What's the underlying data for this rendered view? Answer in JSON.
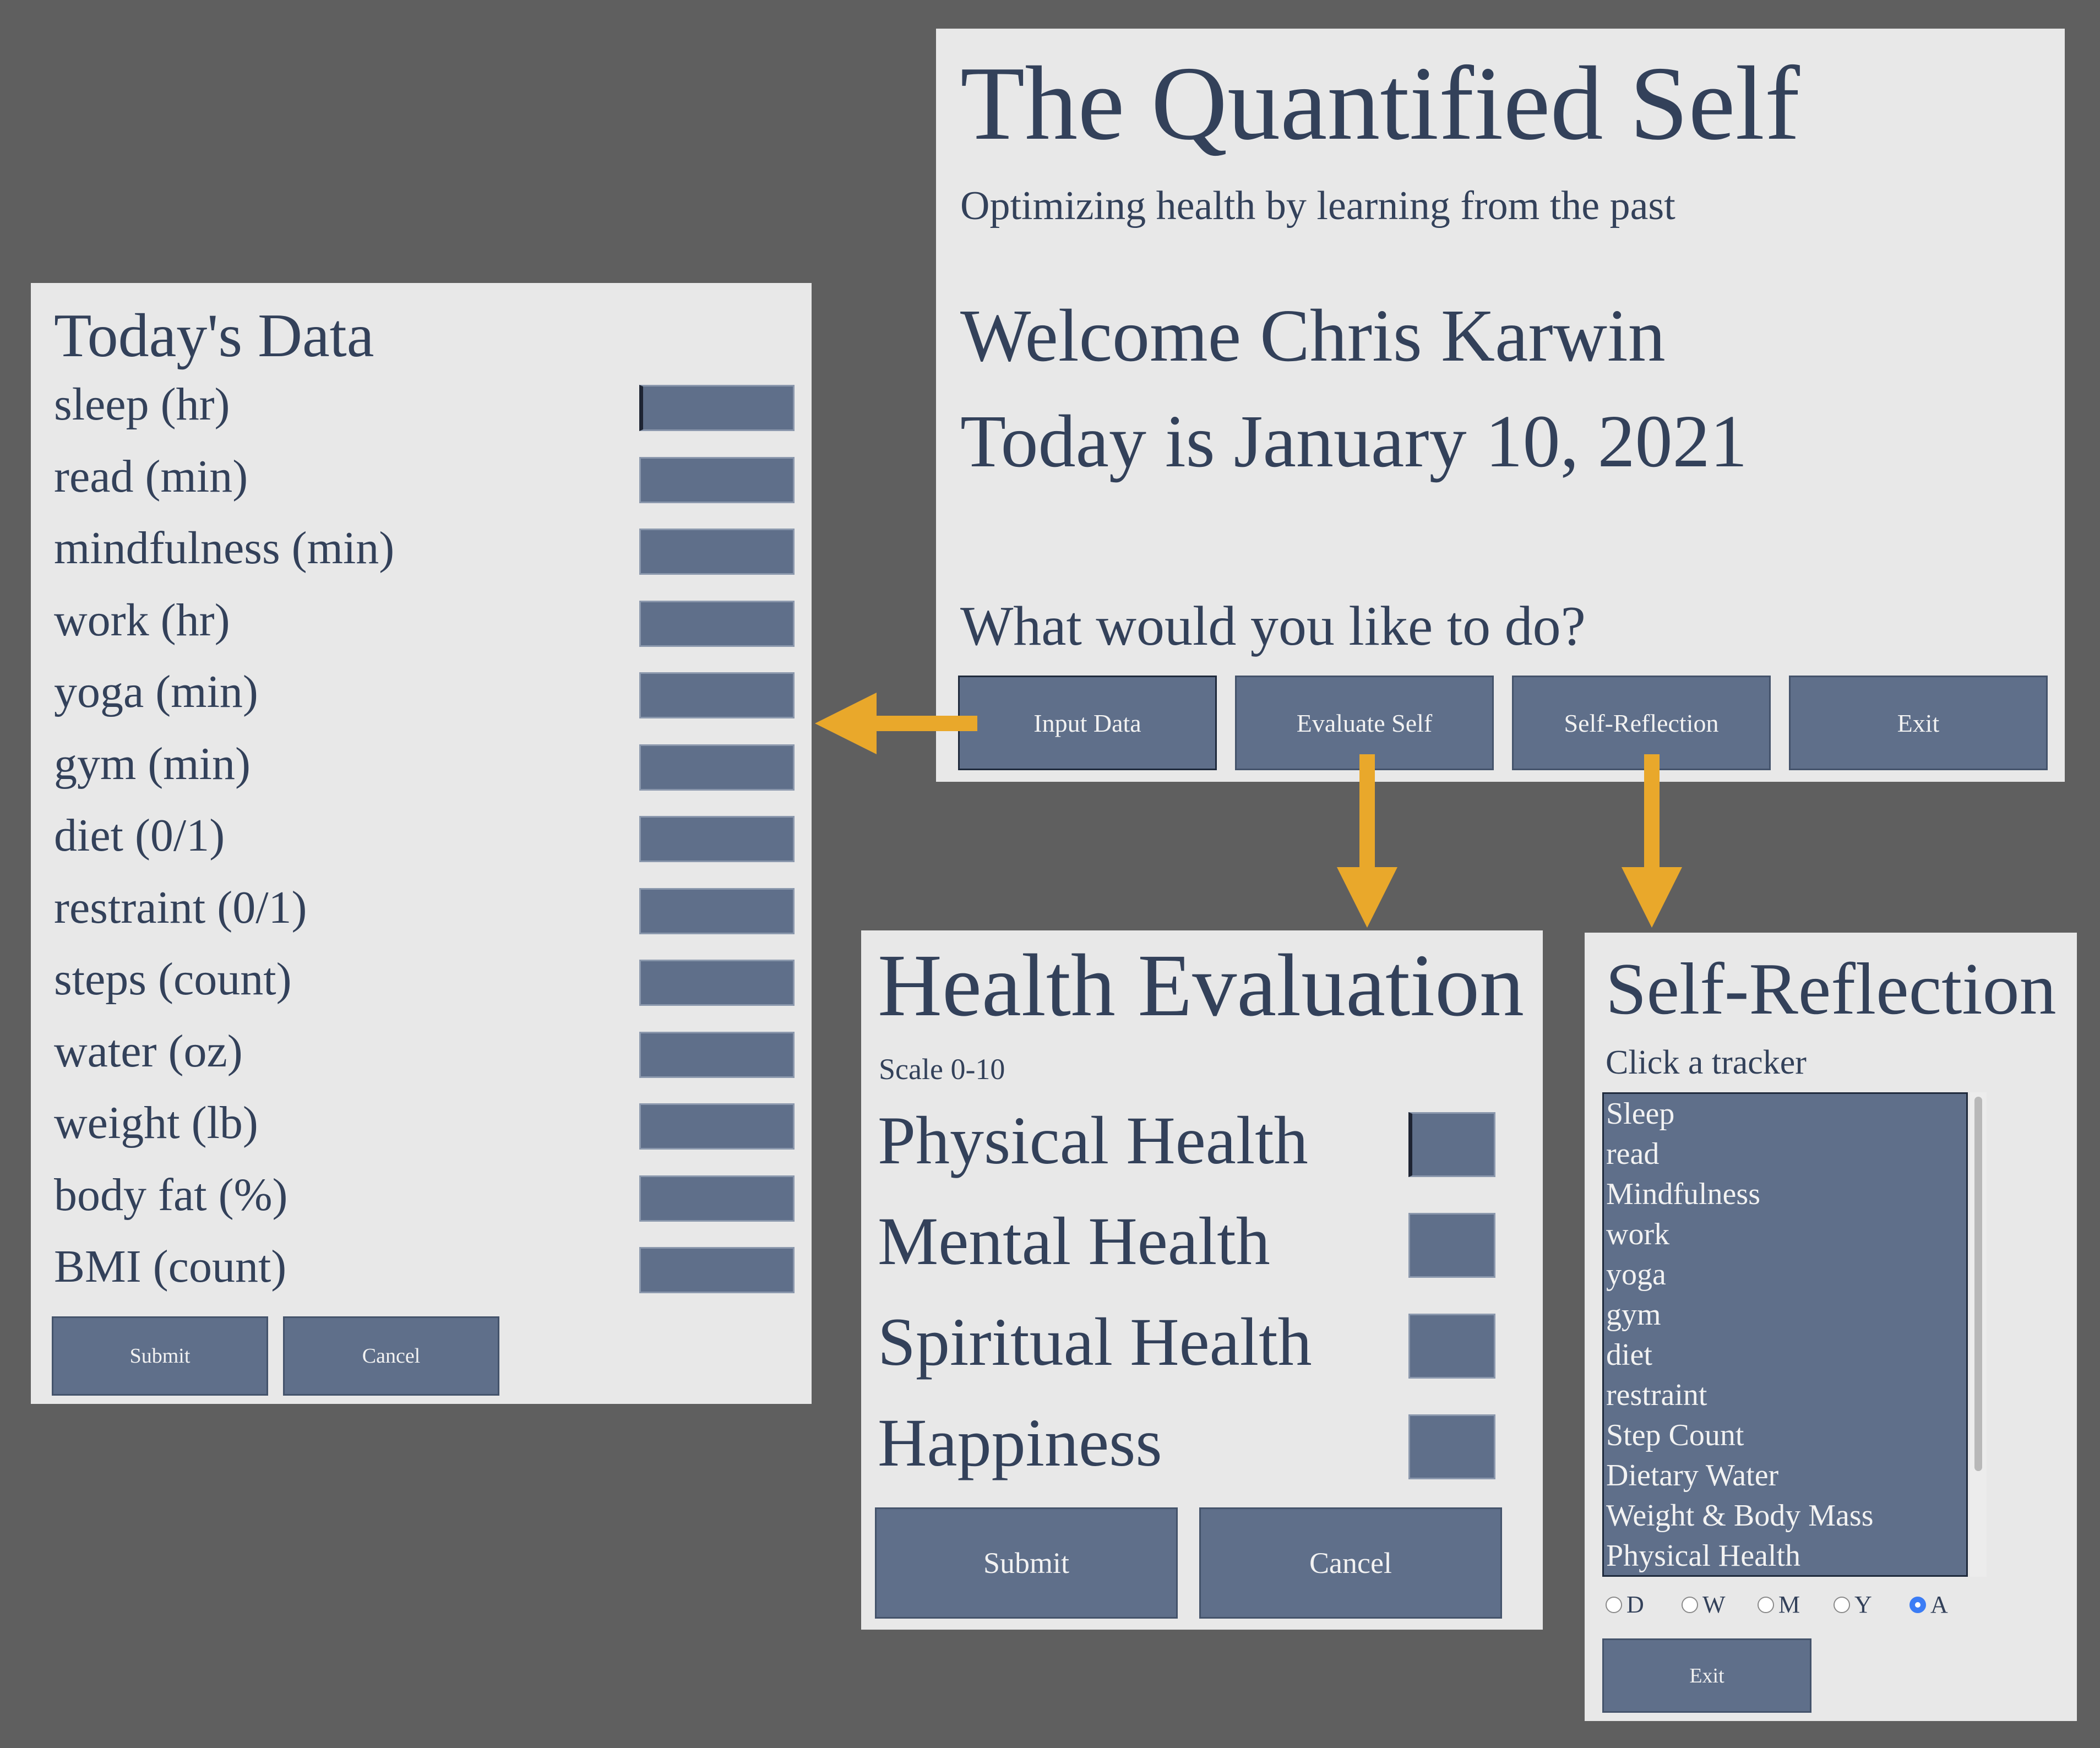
{
  "main_window": {
    "title": "The Quantified Self",
    "subtitle": "Optimizing health by learning from the past",
    "welcome": "Welcome Chris Karwin",
    "today": "Today is January 10, 2021",
    "prompt": "What would you like to do?",
    "buttons": {
      "input_data": "Input Data",
      "evaluate_self": "Evaluate Self",
      "self_reflection": "Self-Reflection",
      "exit": "Exit"
    }
  },
  "todays_data": {
    "title": "Today's Data",
    "fields": [
      {
        "label": "sleep (hr)",
        "value": ""
      },
      {
        "label": "read (min)",
        "value": ""
      },
      {
        "label": "mindfulness (min)",
        "value": ""
      },
      {
        "label": "work (hr)",
        "value": ""
      },
      {
        "label": "yoga (min)",
        "value": ""
      },
      {
        "label": "gym (min)",
        "value": ""
      },
      {
        "label": "diet (0/1)",
        "value": ""
      },
      {
        "label": "restraint (0/1)",
        "value": ""
      },
      {
        "label": "steps (count)",
        "value": ""
      },
      {
        "label": "water (oz)",
        "value": ""
      },
      {
        "label": "weight (lb)",
        "value": ""
      },
      {
        "label": "body fat (%)",
        "value": ""
      },
      {
        "label": "BMI (count)",
        "value": ""
      }
    ],
    "submit": "Submit",
    "cancel": "Cancel"
  },
  "health_evaluation": {
    "title": "Health Evaluation",
    "scale": "Scale 0-10",
    "fields": [
      {
        "label": "Physical Health",
        "value": ""
      },
      {
        "label": "Mental Health",
        "value": ""
      },
      {
        "label": "Spiritual Health",
        "value": ""
      },
      {
        "label": "Happiness",
        "value": ""
      }
    ],
    "submit": "Submit",
    "cancel": "Cancel"
  },
  "self_reflection": {
    "title": "Self-Reflection",
    "instruction": "Click a tracker",
    "trackers": [
      "Sleep",
      "read",
      "Mindfulness",
      "work",
      "yoga",
      "gym",
      "diet",
      "restraint",
      "Step Count",
      "Dietary Water",
      "Weight & Body Mass",
      "Physical Health"
    ],
    "periods": [
      {
        "label": "D",
        "selected": false
      },
      {
        "label": "W",
        "selected": false
      },
      {
        "label": "M",
        "selected": false
      },
      {
        "label": "Y",
        "selected": false
      },
      {
        "label": "A",
        "selected": true
      }
    ],
    "exit": "Exit"
  },
  "colors": {
    "background": "#5f5f5f",
    "window": "#e8e8e8",
    "text": "#33415a",
    "button": "#5f6f8a",
    "arrow": "#e9a82b",
    "radio_selected": "#3b7cf5"
  }
}
